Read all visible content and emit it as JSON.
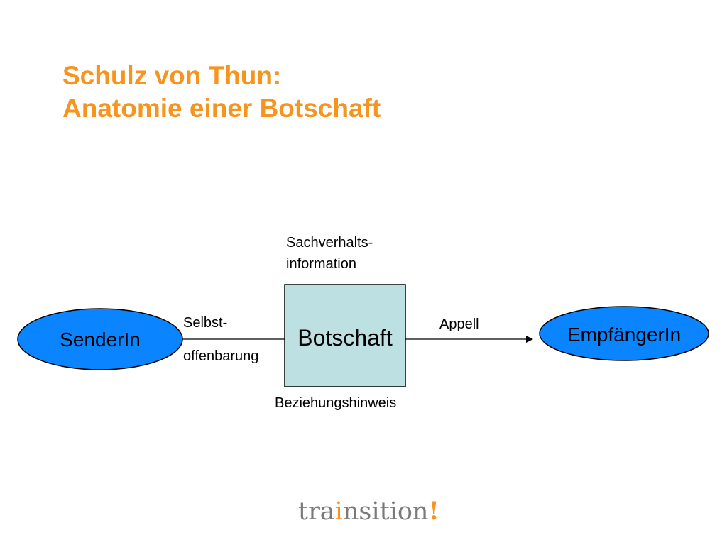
{
  "slide": {
    "title_line1": "Schulz von Thun:",
    "title_line2": "Anatomie einer Botschaft"
  },
  "diagram": {
    "sender": "SenderIn",
    "receiver": "EmpfängerIn",
    "message": "Botschaft",
    "side_top_line1": "Sachverhalts-",
    "side_top_line2": "information",
    "side_left_line1": "Selbst-",
    "side_left_line2": "offenbarung",
    "side_right": "Appell",
    "side_bottom": "Beziehungshinweis"
  },
  "logo": {
    "text_before": "tra",
    "text_i": "i",
    "text_after": "nsition",
    "text_bang": "!"
  },
  "colors": {
    "title": "#f7941d",
    "ellipse_fill": "#0a84ff",
    "box_fill": "#bde0e3",
    "logo_accent": "#f7941d",
    "logo_gray": "#7a7a7a"
  }
}
